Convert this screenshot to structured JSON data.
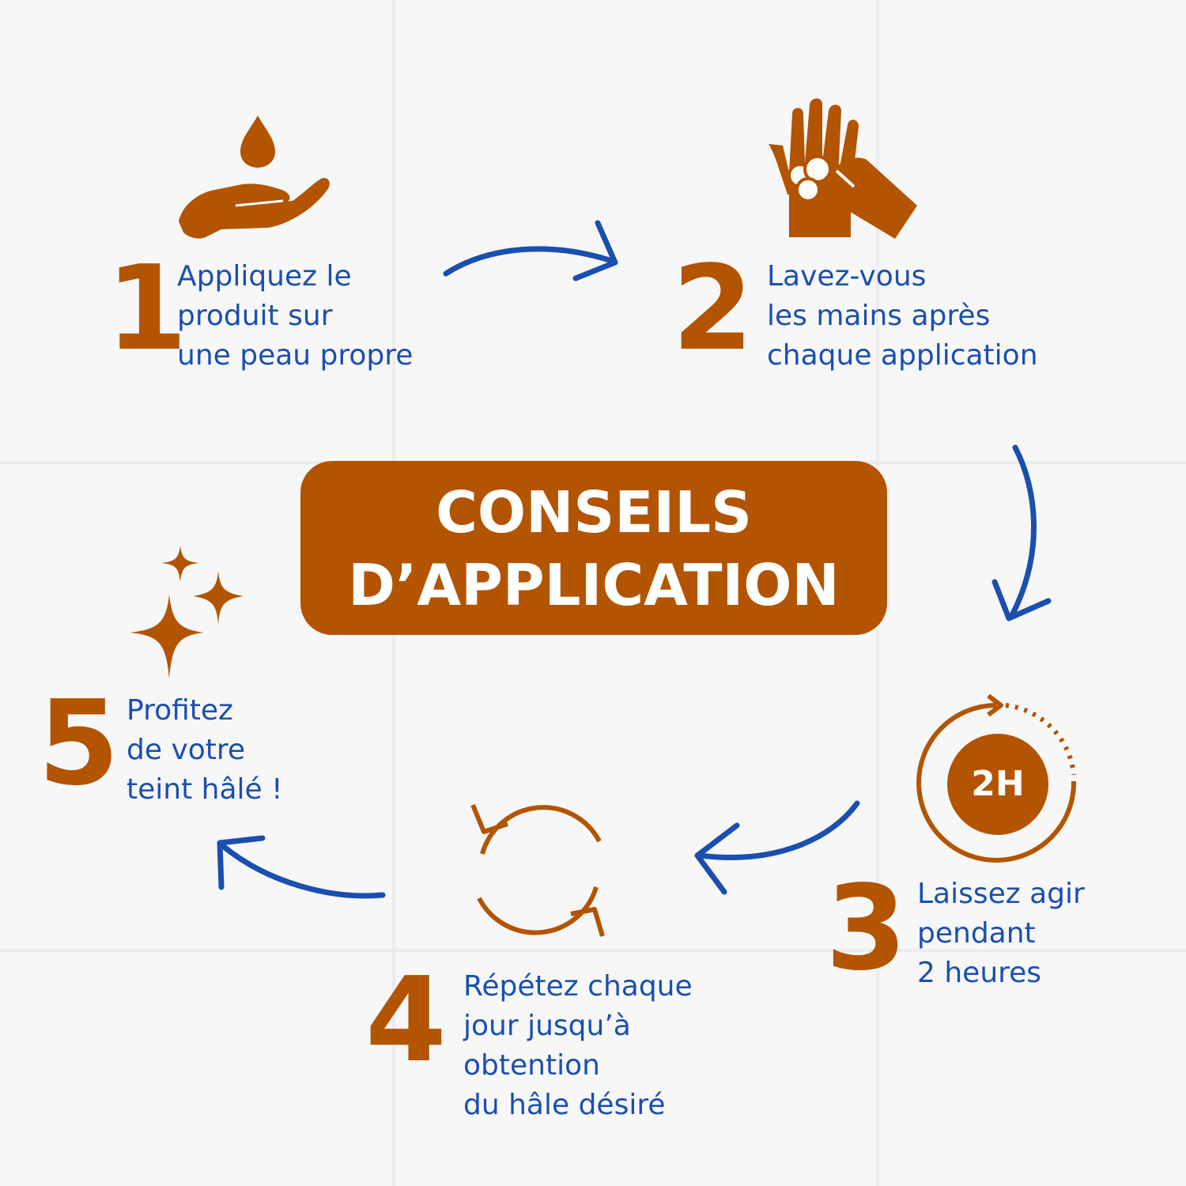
{
  "title": {
    "line1": "CONSEILS",
    "line2": "D’APPLICATION"
  },
  "steps": [
    {
      "number": "1",
      "lines": [
        "Appliquez le",
        "produit sur",
        "une peau propre"
      ],
      "icon": "hand-drop-icon"
    },
    {
      "number": "2",
      "lines": [
        "Lavez-vous",
        "les mains après",
        "chaque application"
      ],
      "icon": "hand-washing-icon"
    },
    {
      "number": "3",
      "lines": [
        "Laissez agir",
        "pendant",
        "2 heures"
      ],
      "icon": "clock-timer-icon",
      "badge": "2H"
    },
    {
      "number": "4",
      "lines": [
        "Répétez chaque",
        "jour jusqu’à",
        "obtention",
        "du hâle désiré"
      ],
      "icon": "repeat-cycle-icon"
    },
    {
      "number": "5",
      "lines": [
        "Profitez",
        "de votre",
        "teint hâlé !"
      ],
      "icon": "sparkles-icon"
    }
  ],
  "colors": {
    "accent": "#b35400",
    "text": "#1a4fb0",
    "arrow": "#1a4fb0",
    "title_text": "#ffffff"
  }
}
